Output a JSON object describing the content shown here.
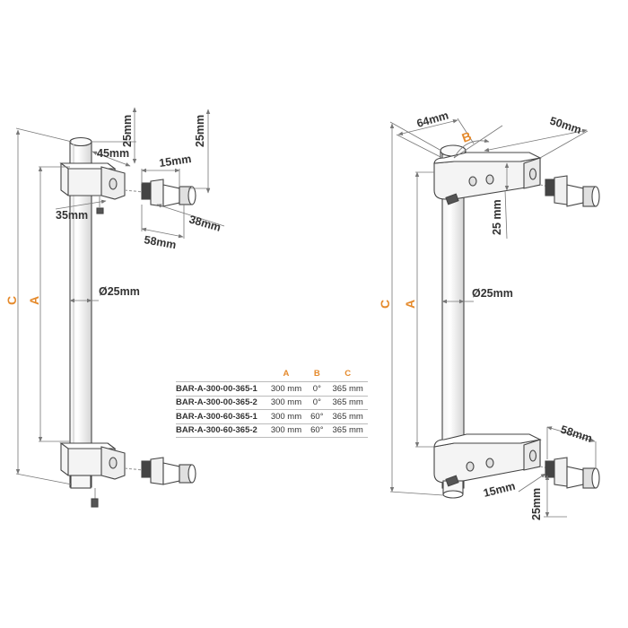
{
  "colors": {
    "accent": "#e58a2c",
    "line": "#444444",
    "dim": "#777777"
  },
  "left_view": {
    "labels": {
      "top_height": "25mm",
      "pin_height": "25mm",
      "block_width": "45mm",
      "spacer": "15mm",
      "offset": "35mm",
      "fixing_depth": "38mm",
      "base_width": "58mm",
      "diameter": "Ø25mm",
      "letter_a": "A",
      "letter_c": "C"
    }
  },
  "right_view": {
    "labels": {
      "bracket_width": "64mm",
      "angle": "B",
      "arm_length": "50mm",
      "pin_height": "25 mm",
      "diameter": "Ø25mm",
      "letter_a": "A",
      "letter_c": "C",
      "base_width": "58mm",
      "spacer": "15mm",
      "bottom_height": "25mm"
    }
  },
  "spec_table": {
    "headers": {
      "a": "A",
      "b": "B",
      "c": "C"
    },
    "rows": [
      {
        "code": "BAR-A-300-00-365-1",
        "a": "300 mm",
        "b": "0°",
        "c": "365 mm"
      },
      {
        "code": "BAR-A-300-00-365-2",
        "a": "300 mm",
        "b": "0°",
        "c": "365 mm"
      },
      {
        "code": "BAR-A-300-60-365-1",
        "a": "300 mm",
        "b": "60°",
        "c": "365 mm"
      },
      {
        "code": "BAR-A-300-60-365-2",
        "a": "300 mm",
        "b": "60°",
        "c": "365 mm"
      }
    ]
  }
}
